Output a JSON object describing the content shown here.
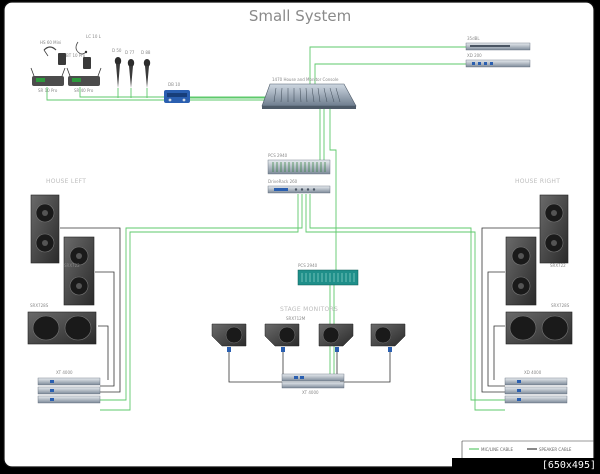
{
  "title": "Small System",
  "sections": {
    "house_left": "HOUSE LEFT",
    "house_right": "HOUSE RIGHT",
    "stage_monitors": "STAGE MONITORS"
  },
  "labels": {
    "headset_mic": "HS 60 Mini",
    "lav_mic": "LC 10 L",
    "bodypack": "BT 10 Pro",
    "wireless_rx1": "SR 10 Pro",
    "wireless_rx2": "SR 40 Pro",
    "mic1": "D 50",
    "mic2": "D 77",
    "mic3": "D 88",
    "di_box": "DB 10",
    "mixer": "1470 House and Monitor Console",
    "rack_top1": "35dBL",
    "rack_top2": "XD 200",
    "eq_top": "PCS 2940",
    "crossover": "DriveRack 260",
    "eq_mid": "PCS 2940",
    "amp_center": "XT 4000",
    "house_left_top": "SRX722",
    "house_left_sub": "SRX728S",
    "house_left_amp": "XT 4000",
    "house_right_top": "SRX722",
    "house_right_sub": "SRX728S",
    "house_right_amp": "XD 4000",
    "monitor_label": "SRX712M"
  },
  "legend": {
    "line_cable": "MIC/LINE CABLE",
    "speaker_cable": "SPEAKER CABLE"
  },
  "colors": {
    "background": "#ffffff",
    "line_cable": "#5ec96b",
    "speaker_cable": "#3a3a3a",
    "frame_border": "#000000"
  },
  "watermark": "[650x495] http://upic.me/"
}
